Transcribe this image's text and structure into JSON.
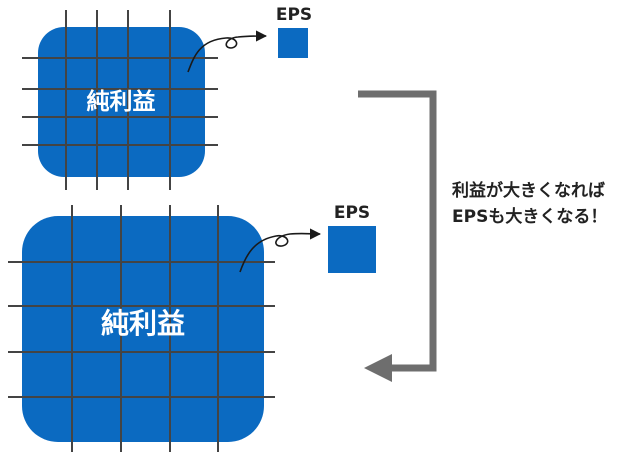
{
  "colors": {
    "block": "#0b6ac1",
    "grid": "#444444",
    "arrow": "#6e6e6e",
    "connector": "#1a1a1a"
  },
  "small": {
    "label": "純利益",
    "eps_label": "EPS"
  },
  "large": {
    "label": "純利益",
    "eps_label": "EPS"
  },
  "caption": {
    "line1": "利益が大きくなれば",
    "line2": "EPSも大きくなる！"
  }
}
